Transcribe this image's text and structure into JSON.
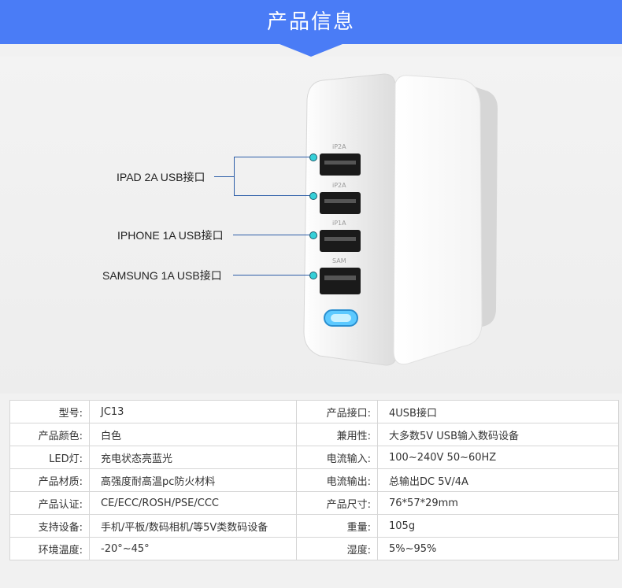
{
  "banner": {
    "title": "产品信息"
  },
  "ports": {
    "ipad_label": "IPAD 2A  USB接口",
    "iphone_label": "IPHONE 1A  USB接口",
    "samsung_label": "SAMSUNG 1A  USB接口",
    "port_labels": [
      "iP2A",
      "iP2A",
      "iP1A",
      "SAM"
    ]
  },
  "specs": [
    {
      "k1": "型号:",
      "v1": "JC13",
      "k2": "产品接口:",
      "v2": "4USB接口"
    },
    {
      "k1": "产品颜色:",
      "v1": "白色",
      "k2": "兼用性:",
      "v2": "大多数5V USB输入数码设备"
    },
    {
      "k1": "LED灯:",
      "v1": "充电状态亮蓝光",
      "k2": "电流输入:",
      "v2": "100~240V  50~60HZ"
    },
    {
      "k1": "产品材质:",
      "v1": "高强度耐高温pc防火材料",
      "k2": "电流输出:",
      "v2": "总输出DC 5V/4A"
    },
    {
      "k1": "产品认证:",
      "v1": "CE/ECC/ROSH/PSE/CCC",
      "k2": "产品尺寸:",
      "v2": "76*57*29mm"
    },
    {
      "k1": "支持设备:",
      "v1": "手机/平板/数码相机/等5V类数码设备",
      "k2": "重量:",
      "v2": "105g"
    },
    {
      "k1": "环境温度:",
      "v1": "-20°~45°",
      "k2": "湿度:",
      "v2": "5%~95%"
    }
  ]
}
